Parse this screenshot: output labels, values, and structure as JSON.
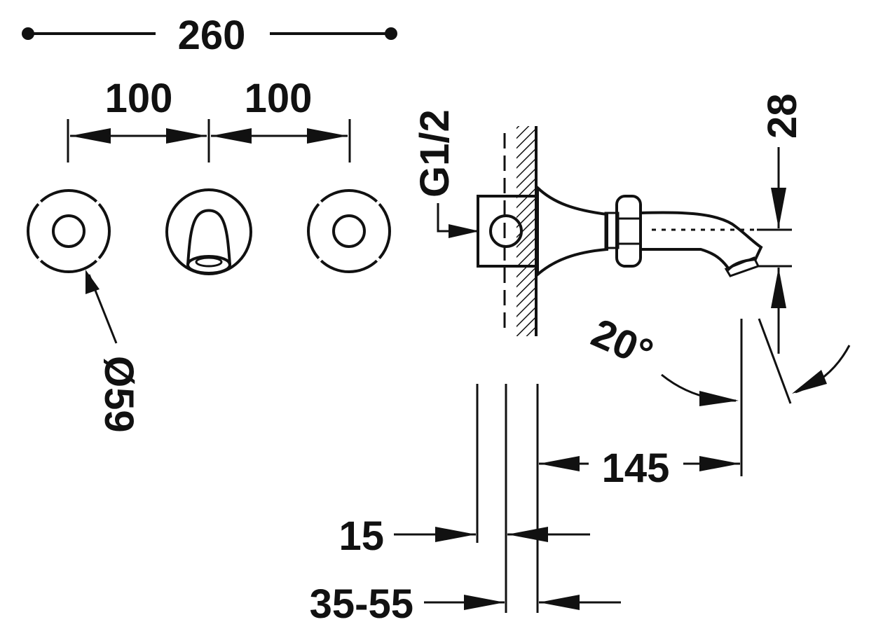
{
  "labels": {
    "overall_width": "260",
    "spacing_left": "100",
    "spacing_right": "100",
    "handle_diameter": "Ø59",
    "thread": "G1/2",
    "spout_height": "28",
    "angle": "20°",
    "spout_projection": "145",
    "plate_thickness": "15",
    "wall_range": "35-55"
  },
  "colors": {
    "ink": "#111111",
    "background": "#ffffff"
  }
}
